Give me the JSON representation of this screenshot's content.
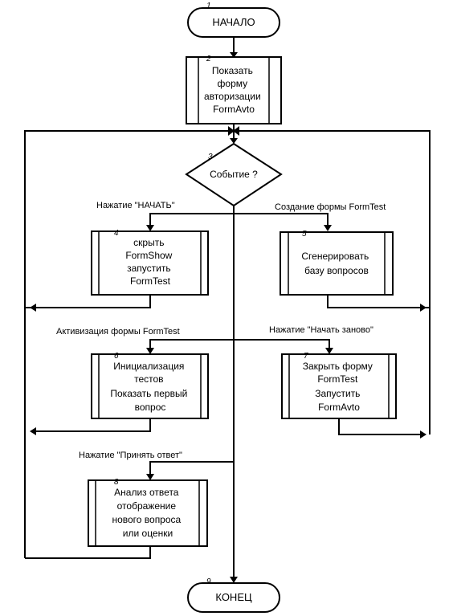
{
  "start": {
    "num": "1",
    "label": "НАЧАЛО"
  },
  "show_auth": {
    "num": "2",
    "lines": [
      "Показать",
      "форму",
      "авторизации",
      "FormAvto"
    ]
  },
  "event": {
    "num": "3",
    "label": "Событие ?"
  },
  "hide_show": {
    "num": "4",
    "lines": [
      "скрыть",
      "FormShow",
      "запустить",
      "FormTest"
    ]
  },
  "gen_base": {
    "num": "5",
    "lines": [
      "Сгенерировать",
      "базу вопросов"
    ]
  },
  "init_tests": {
    "num": "6",
    "lines": [
      "Инициализация",
      "тестов",
      "Показать первый",
      "вопрос"
    ]
  },
  "close_form": {
    "num": "7",
    "lines": [
      "Закрыть форму",
      "FormTest",
      "Запустить",
      "FormAvto"
    ]
  },
  "analyze": {
    "num": "8",
    "lines": [
      "Анализ ответа",
      "отображение",
      "нового вопроса",
      "или оценки"
    ]
  },
  "end": {
    "num": "9",
    "label": "КОНЕЦ"
  },
  "edges": {
    "press_start": "Нажатие \"НАЧАТЬ\"",
    "create_formtest": "Создание формы FormTest",
    "activate_formtest": "Активизация формы FormTest",
    "press_restart": "Нажатие \"Начать заново\"",
    "press_accept": "Нажатие \"Принять ответ\""
  }
}
